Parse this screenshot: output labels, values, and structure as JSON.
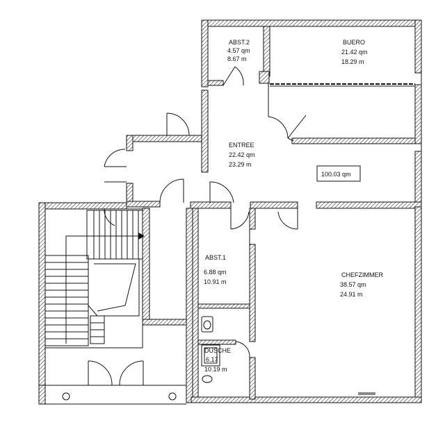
{
  "rooms": {
    "abst2": {
      "name": "ABST.2",
      "area": "4.57 qm",
      "perimeter": "8.67 m"
    },
    "buero": {
      "name": "BUERO",
      "area": "21.42 qm",
      "perimeter": "18.29 m"
    },
    "entree": {
      "name": "ENTREE",
      "area": "22.42 qm",
      "perimeter": "23.29 m"
    },
    "abst1": {
      "name": "ABST.1",
      "area": "6.88 qm",
      "perimeter": "10.91 m"
    },
    "chefzimmer": {
      "name": "CHEFZIMMER",
      "area": "38.57 qm",
      "perimeter": "24.91 m"
    },
    "dusche": {
      "name": "DUSCHE",
      "area": "6.17",
      "perimeter": "10.19 m"
    }
  },
  "total": {
    "area": "100.03 qm"
  },
  "colors": {
    "wall": "#222222",
    "hatch": "#555555",
    "line": "#111111"
  }
}
